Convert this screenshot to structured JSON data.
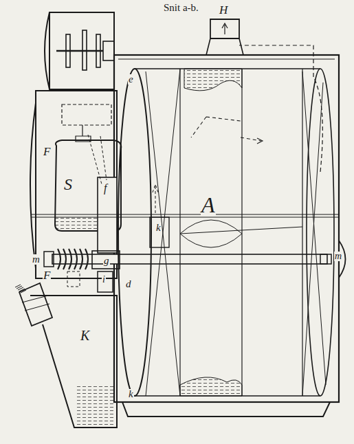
{
  "diagram": {
    "title": "Snit a-b.",
    "labels": [
      "H",
      "e",
      "A",
      "S",
      "F",
      "f",
      "k",
      "m",
      "g",
      "d",
      "i",
      "F",
      "K",
      "m",
      "k"
    ]
  }
}
